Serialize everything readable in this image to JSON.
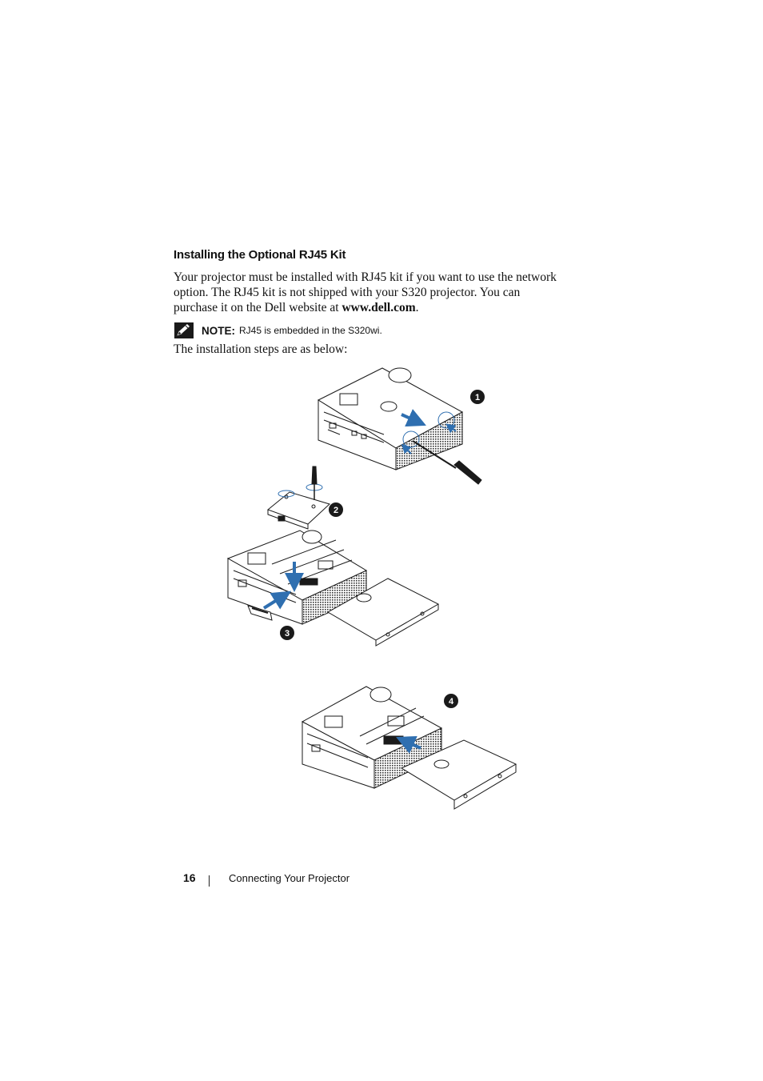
{
  "section": {
    "heading": "Installing the Optional RJ45 Kit",
    "paragraph_part1": "Your projector must be installed with RJ45 kit if you want to use the network option. The RJ45 kit is not shipped with your S320 projector. You can purchase it on the Dell website at ",
    "paragraph_link": "www.dell.com",
    "paragraph_part2": ".",
    "note_label": "NOTE:",
    "note_text": "RJ45 is embedded in the S320wi.",
    "steps_intro": "The installation steps are as below:"
  },
  "figure": {
    "step_labels": [
      "1",
      "2",
      "3",
      "4"
    ],
    "icon": "note-pencil-icon",
    "arrow_color": "#2f6fb0",
    "line_color": "#1a1a1a"
  },
  "footer": {
    "page_number": "16",
    "chapter_title": "Connecting Your Projector"
  }
}
